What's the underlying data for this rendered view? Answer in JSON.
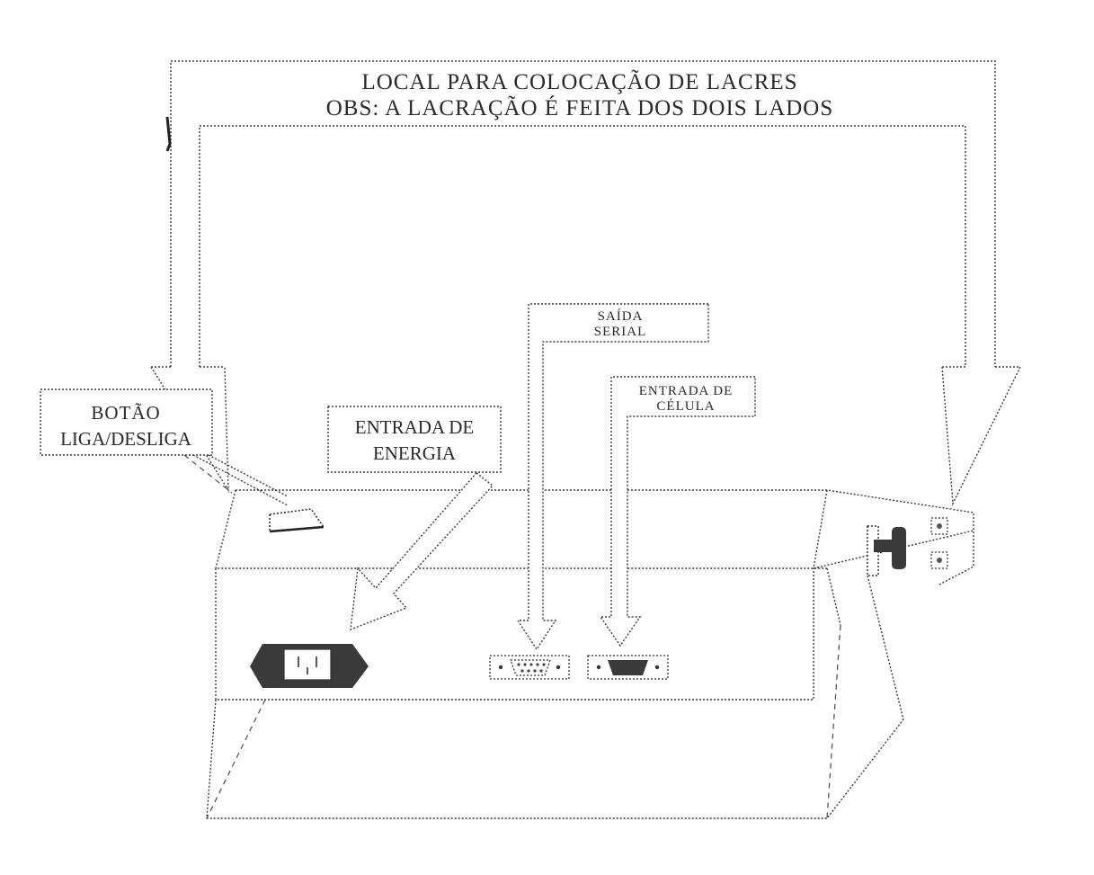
{
  "labels": {
    "title_line1": "LOCAL PARA COLOCAÇÃO DE LACRES",
    "title_line2": "OBS: A LACRAÇÃO É FEITA DOS DOIS LADOS",
    "power_button_line1": "BOTÃO",
    "power_button_line2": "LIGA/DESLIGA",
    "power_input_line1": "ENTRADA DE",
    "power_input_line2": "ENERGIA",
    "serial_output_line1": "SAÍDA",
    "serial_output_line2": "SERIAL",
    "cell_input_line1": "ENTRADA DE",
    "cell_input_line2": "CÉLULA"
  },
  "colors": {
    "line": "#3a3a3a",
    "connector_fill": "#3a3a3a",
    "background": "#ffffff"
  }
}
